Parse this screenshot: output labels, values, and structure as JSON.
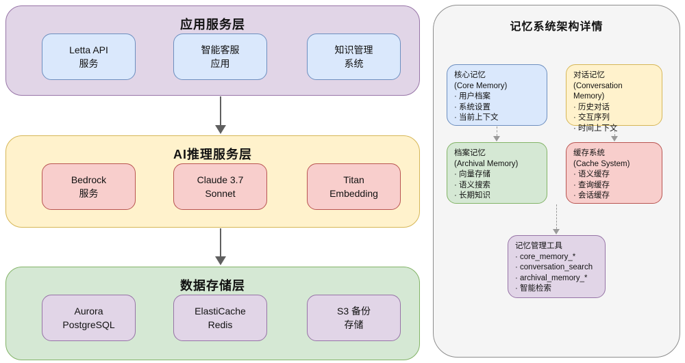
{
  "left_diagram": {
    "layers": [
      {
        "title": "应用服务层",
        "fill": "#E1D5E7",
        "stroke": "#9673A6",
        "node_fill": "#DAE8FC",
        "node_stroke": "#6C8EBF",
        "nodes": [
          {
            "line1": "Letta API",
            "line2": "服务"
          },
          {
            "line1": "智能客服",
            "line2": "应用"
          },
          {
            "line1": "知识管理",
            "line2": "系统"
          }
        ]
      },
      {
        "title": "AI推理服务层",
        "fill": "#FFF2CC",
        "stroke": "#D6B656",
        "node_fill": "#F8CECC",
        "node_stroke": "#B85450",
        "nodes": [
          {
            "line1": "Bedrock",
            "line2": "服务"
          },
          {
            "line1": "Claude 3.7",
            "line2": "Sonnet"
          },
          {
            "line1": "Titan",
            "line2": "Embedding"
          }
        ]
      },
      {
        "title": "数据存储层",
        "fill": "#D5E8D4",
        "stroke": "#82B366",
        "node_fill": "#E1D5E7",
        "node_stroke": "#9673A6",
        "nodes": [
          {
            "line1": "Aurora",
            "line2": "PostgreSQL"
          },
          {
            "line1": "ElastiCache",
            "line2": "Redis"
          },
          {
            "line1": "S3 备份",
            "line2": "存储"
          }
        ]
      }
    ],
    "arrow_color": "#5f5f5f"
  },
  "panel": {
    "title": "记忆系统架构详情",
    "background": "#F5F5F5",
    "border_color": "#8c8c8c",
    "dashed_arrow_color": "#9a9a9a",
    "cards": [
      {
        "title": "核心记忆",
        "subtitle": "(Core Memory)",
        "items": [
          "用户档案",
          "系统设置",
          "当前上下文"
        ],
        "fill": "#DAE8FC",
        "stroke": "#6C8EBF"
      },
      {
        "title": "对话记忆",
        "subtitle": "(Conversation Memory)",
        "items": [
          "历史对话",
          "交互序列",
          "时间上下文"
        ],
        "fill": "#FFF2CC",
        "stroke": "#D6B656"
      },
      {
        "title": "档案记忆",
        "subtitle": "(Archival Memory)",
        "items": [
          "向量存储",
          "语义搜索",
          "长期知识"
        ],
        "fill": "#D5E8D4",
        "stroke": "#82B366"
      },
      {
        "title": "缓存系统",
        "subtitle": "(Cache System)",
        "items": [
          "语义缓存",
          "查询缓存",
          "会话缓存"
        ],
        "fill": "#F8CECC",
        "stroke": "#B85450"
      },
      {
        "title": "记忆管理工具",
        "subtitle": "",
        "items": [
          "core_memory_*",
          "conversation_search",
          "archival_memory_*",
          "智能检索"
        ],
        "fill": "#E1D5E7",
        "stroke": "#9673A6"
      }
    ]
  }
}
